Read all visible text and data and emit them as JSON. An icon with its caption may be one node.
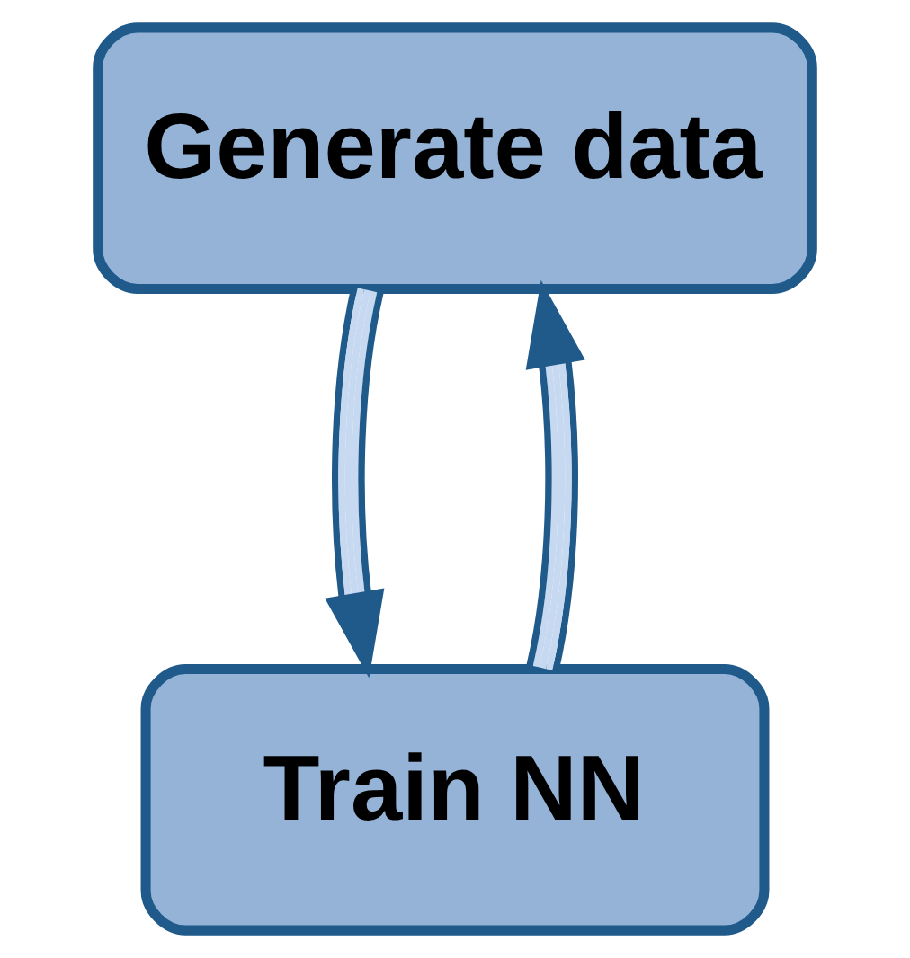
{
  "diagram": {
    "nodes": [
      {
        "text": [
          "Generate data"
        ]
      },
      {
        "text": [
          "Train NN"
        ]
      }
    ],
    "edges": [
      {
        "from": 0,
        "to": 1,
        "arrow": "to"
      },
      {
        "from": 1,
        "to": 0,
        "arrow": "to"
      }
    ]
  }
}
